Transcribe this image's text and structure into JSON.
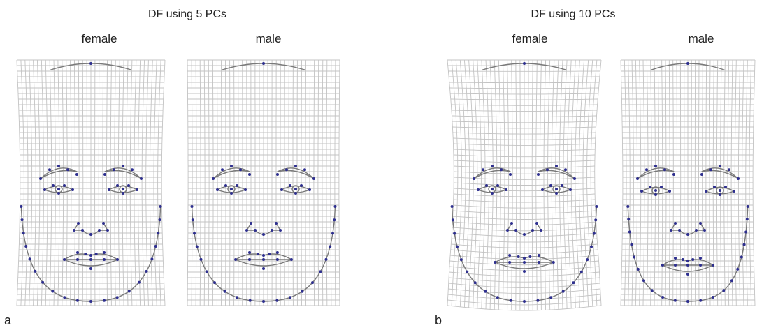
{
  "panels": [
    {
      "label": "a",
      "title": "DF using 5 PCs",
      "faces": [
        {
          "sex": "female",
          "variant": "f5"
        },
        {
          "sex": "male",
          "variant": "m5"
        }
      ]
    },
    {
      "label": "b",
      "title": "DF using 10 PCs",
      "faces": [
        {
          "sex": "female",
          "variant": "f10"
        },
        {
          "sex": "male",
          "variant": "m10"
        }
      ]
    }
  ],
  "colors": {
    "grid": "#c3c3c3",
    "outline": "#7a7a7a",
    "landmark": "#2e2f8f"
  }
}
